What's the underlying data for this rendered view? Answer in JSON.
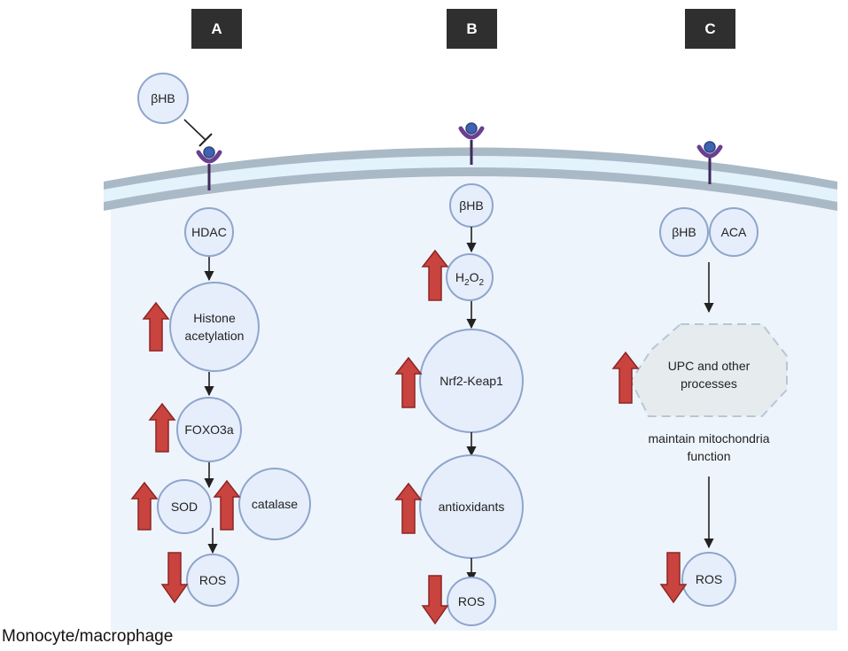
{
  "panels": {
    "a": {
      "label": "A"
    },
    "b": {
      "label": "B"
    },
    "c": {
      "label": "C"
    }
  },
  "panel_a": {
    "inhibitor": "βHB",
    "hdac": "HDAC",
    "histone_line1": "Histone",
    "histone_line2": "acetylation",
    "foxo": "FOXO3a",
    "sod": "SOD",
    "catalase": "catalase",
    "ros": "ROS"
  },
  "panel_b": {
    "bhb": "βHB",
    "h2o2_main": "H",
    "h2o2_sub1": "2",
    "h2o2_o": "O",
    "h2o2_sub2": "2",
    "nrf2": "Nrf2-Keap1",
    "antioxidants": "antioxidants",
    "ros": "ROS"
  },
  "panel_c": {
    "bhb": "βHB",
    "aca": "ACA",
    "upc_line1": "UPC and other",
    "upc_line2": "processes",
    "maintain_line1": "maintain mitochondria",
    "maintain_line2": "function",
    "ros": "ROS"
  },
  "footer": {
    "cell_type": "Monocyte/macrophage"
  },
  "colors": {
    "panel_box": "#2f2f2f",
    "node_fill": "#e6eefb",
    "node_stroke": "#8fa5cc",
    "up_down_arrow": "#c9433f",
    "receptor": "#6b3f8f",
    "receptor_ball": "#3f63b0",
    "cytoplasm": "#eef4fc",
    "membrane": "#a9b9c6"
  }
}
